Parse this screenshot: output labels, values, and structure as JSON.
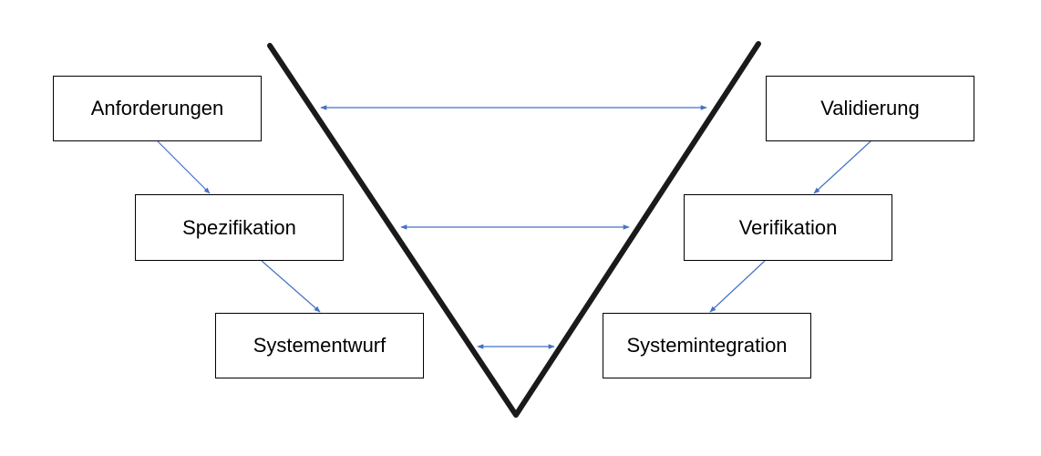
{
  "diagram": {
    "left_side": [
      {
        "label": "Anforderungen"
      },
      {
        "label": "Spezifikation"
      },
      {
        "label": "Systementwurf"
      }
    ],
    "right_side": [
      {
        "label": "Validierung"
      },
      {
        "label": "Verifikation"
      },
      {
        "label": "Systemintegration"
      }
    ],
    "colors": {
      "v_line": "#1a1a1a",
      "arrow": "#4472C4",
      "box_border": "#000000"
    }
  }
}
